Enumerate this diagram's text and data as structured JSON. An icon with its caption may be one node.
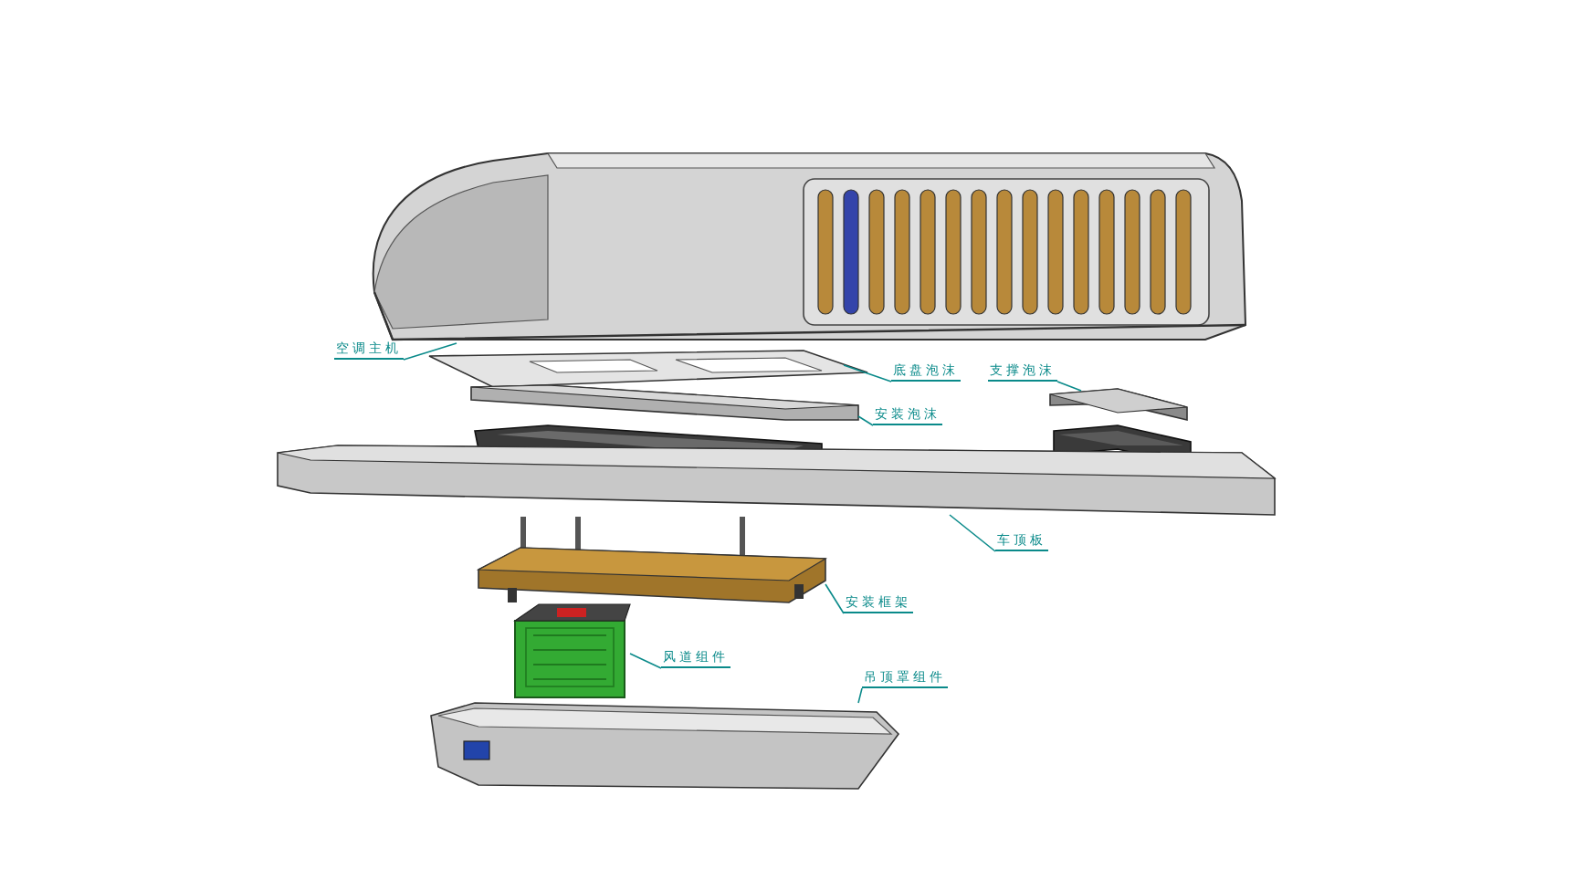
{
  "diagram": {
    "nodes": [
      {
        "text": [
          "空调主机"
        ]
      },
      {
        "text": [],
        "shape": "picture"
      },
      {
        "text": [
          "底盘泡沫"
        ]
      },
      {
        "text": [],
        "shape": "picture"
      },
      {
        "text": [
          "支撑泡沫"
        ]
      },
      {
        "text": [],
        "shape": "picture"
      },
      {
        "text": [
          "安装泡沫"
        ]
      },
      {
        "text": [],
        "shape": "picture"
      },
      {
        "text": [
          "车顶板"
        ]
      },
      {
        "text": [],
        "shape": "picture"
      },
      {
        "text": [
          "安装框架"
        ]
      },
      {
        "text": [],
        "shape": "picture"
      },
      {
        "text": [
          "风道组件"
        ]
      },
      {
        "text": [],
        "shape": "picture"
      },
      {
        "text": [
          "吊顶罩组件"
        ]
      },
      {
        "text": [],
        "shape": "picture"
      }
    ],
    "edges": [
      {
        "from": 0,
        "to": 1,
        "arrow": "none"
      },
      {
        "from": 2,
        "to": 3,
        "arrow": "none"
      },
      {
        "from": 4,
        "to": 5,
        "arrow": "none"
      },
      {
        "from": 6,
        "to": 7,
        "arrow": "none"
      },
      {
        "from": 8,
        "to": 9,
        "arrow": "none"
      },
      {
        "from": 10,
        "to": 11,
        "arrow": "none"
      },
      {
        "from": 12,
        "to": 13,
        "arrow": "none"
      },
      {
        "from": 14,
        "to": 15,
        "arrow": "none"
      }
    ]
  }
}
